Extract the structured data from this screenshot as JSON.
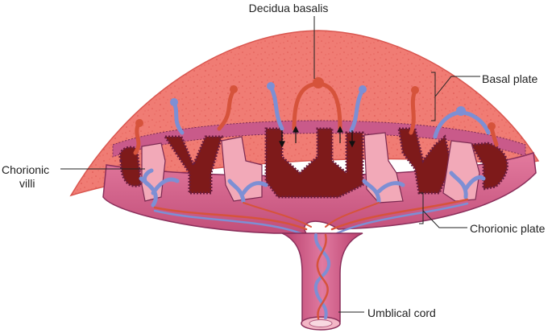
{
  "labels": {
    "decidua_basalis": "Decidua basalis",
    "basal_plate": "Basal plate",
    "chorionic_villi_line1": "Chorionic",
    "chorionic_villi_line2": "villi",
    "chorionic_plate": "Chorionic plate",
    "umbilical_cord": "Umblical cord"
  },
  "colors": {
    "decidua": "#f07c74",
    "decidua_speckle": "#e05a55",
    "intervillous_space": "#7e1a1a",
    "villus_tissue": "#f2a9b8",
    "villus_border": "#7b2a52",
    "chorionic_plate": "#d9668b",
    "artery": "#d6533b",
    "vein": "#7d8fd4",
    "leader_line": "#222222"
  }
}
